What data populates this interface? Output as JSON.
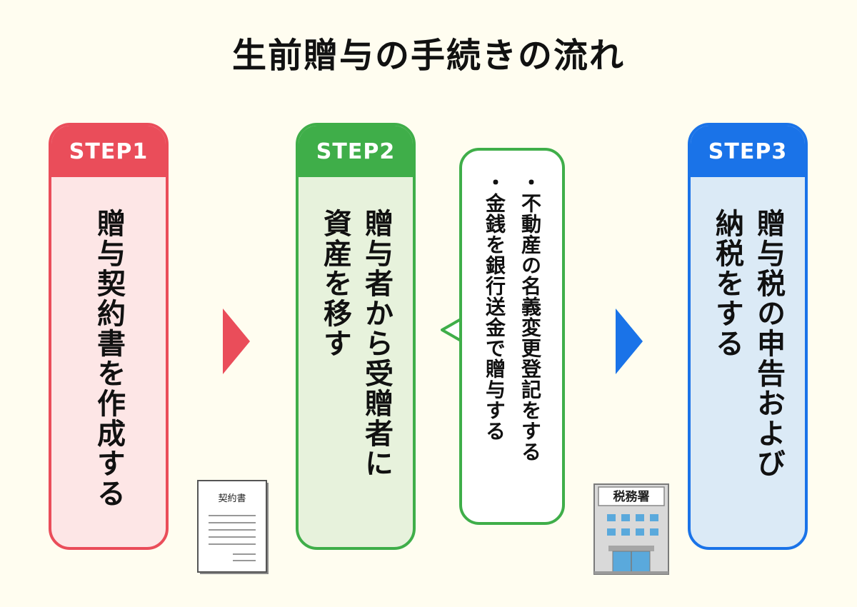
{
  "title": "生前贈与の手続きの流れ",
  "colors": {
    "background": "#fffdf0",
    "step1": "#ea4d5a",
    "step1_fill": "#fde6e6",
    "step2": "#3fae49",
    "step2_fill": "#e7f2dc",
    "step3": "#1a73e8",
    "step3_fill": "#dbeaf6"
  },
  "steps": [
    {
      "label": "STEP1",
      "lines": [
        "贈与契約書を作成する"
      ]
    },
    {
      "label": "STEP2",
      "lines": [
        "贈与者から受贈者に",
        "資産を移す"
      ]
    },
    {
      "label": "STEP3",
      "lines": [
        "贈与税の申告および",
        "納税をする"
      ]
    }
  ],
  "notes": [
    "・不動産の名義変更登記をする",
    "・金銭を銀行送金で贈与する"
  ],
  "icons": {
    "document": {
      "name": "contract-document-icon",
      "label": "契約書"
    },
    "office": {
      "name": "tax-office-building-icon",
      "label": "税務署"
    }
  },
  "arrows": [
    "red-right-arrow-icon",
    "blue-right-arrow-icon"
  ]
}
